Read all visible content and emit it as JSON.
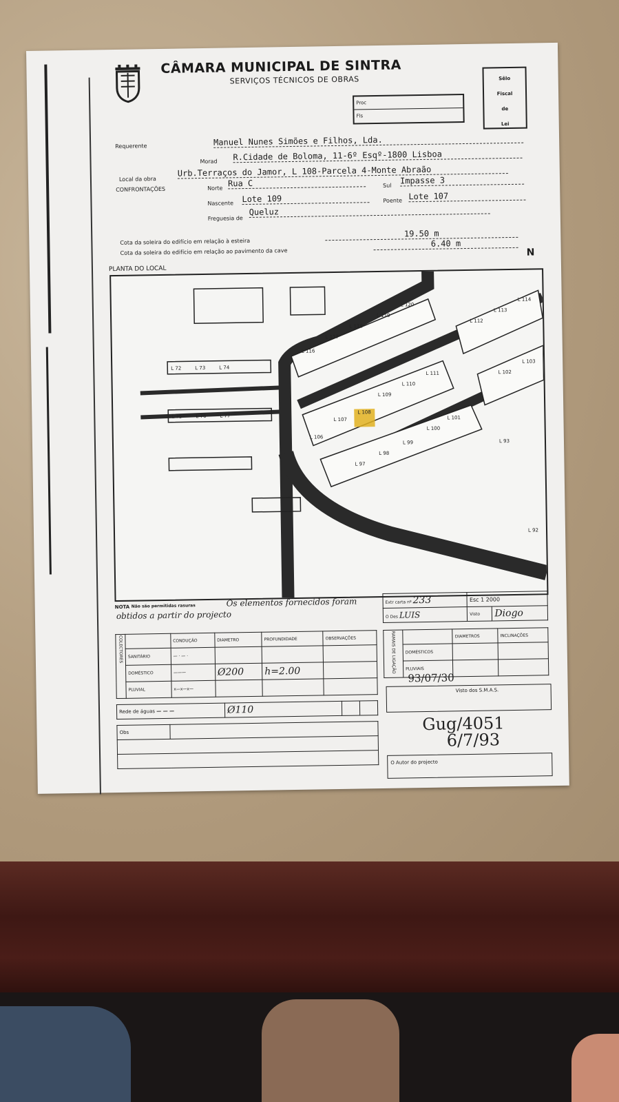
{
  "header": {
    "title": "CÂMARA MUNICIPAL DE SINTRA",
    "subtitle": "SERVIÇOS TÉCNICOS DE OBRAS",
    "proc_label": "Proc",
    "fls_label": "Fls",
    "selo": [
      "Sêlo",
      "Fiscal",
      "de",
      "Lei"
    ]
  },
  "form": {
    "requerente_label": "Requerente",
    "requerente": "Manuel Nunes Simões e Filhos, Lda.",
    "morada_label": "Morad",
    "morada": "R.Cidade de Boloma, 11-6º Esqº-1800 Lisboa",
    "local_label": "Local da obra",
    "local": "Urb.Terraços do Jamor, L 108-Parcela 4-Monte Abraão",
    "confrontacoes_label": "CONFRONTAÇÕES",
    "norte_label": "Norte",
    "norte": "Rua C",
    "sul_label": "Sul",
    "sul": "Impasse 3",
    "nascente_label": "Nascente",
    "nascente": "Lote 109",
    "poente_label": "Poente",
    "poente": "Lote 107",
    "freguesia_label": "Freguesia de",
    "freguesia": "Queluz",
    "cota1_label": "Cota da soleira do edifício em relação à esteira",
    "cota1": "19.50 m",
    "cota2_label": "Cota da soleira do edifício em relação ao pavimento da cave",
    "cota2": "6.40 m"
  },
  "map": {
    "label": "PLANTA DO LOCAL",
    "north": "N",
    "highlight_color": "#e0b020",
    "lots": [
      "L 120",
      "L 119",
      "L 118",
      "L 117",
      "L 116",
      "L 111",
      "L 110",
      "L 109",
      "L 108",
      "L 107",
      "L 106",
      "L 101",
      "L 100",
      "L 99",
      "L 98",
      "L 97",
      "L 112",
      "L 113",
      "L 114",
      "L 102",
      "L 103",
      "L 93",
      "L 92",
      "L 72",
      "L 73",
      "L 74",
      "L 75",
      "L 76",
      "L 77"
    ]
  },
  "footer": {
    "nota_label": "NOTA",
    "nota_print": "Não são permitidas rasuras",
    "nota_hand": "Os elementos fornecidos foram obtidos a partir do projecto",
    "carta_label": "Extr carta nº",
    "carta": "233",
    "escala": "Esc 1 2000",
    "des_label": "O Des",
    "des": "LUIS",
    "visto_label": "Visto",
    "visto": "Diogo",
    "drain_headers": [
      "CONDUÇÃO",
      "DIAMETRO",
      "PROFUNDIDADE",
      "OBSERVAÇÕES"
    ],
    "drain_side": "COLECTORES",
    "drain_rows": [
      {
        "name": "SANITÁRIO",
        "line": "— · — ·",
        "diam": "",
        "depth": ""
      },
      {
        "name": "DOMÉSTICO",
        "line": "———",
        "diam": "Ø200",
        "depth": "h=2.00"
      },
      {
        "name": "PLUVIAL",
        "line": "x—x—x—",
        "diam": "",
        "depth": ""
      }
    ],
    "agua_label": "Rede de águas",
    "agua_line": "— — —",
    "agua_diam": "Ø110",
    "obs_label": "Obs",
    "ramal_side": "RAMAIS DE LIGAÇÃO",
    "ramal_headers": [
      "DIAMETROS",
      "INCLINAÇÕES"
    ],
    "ramal_rows": [
      "DOMÉSTICOS",
      "PLUVIAIS"
    ],
    "date": "93/07/30",
    "smas_label": "Visto dos S.M.A.S.",
    "stamp": "Gug/4051",
    "stamp_date": "6/7/93",
    "autor_label": "O Autor do projecto"
  }
}
